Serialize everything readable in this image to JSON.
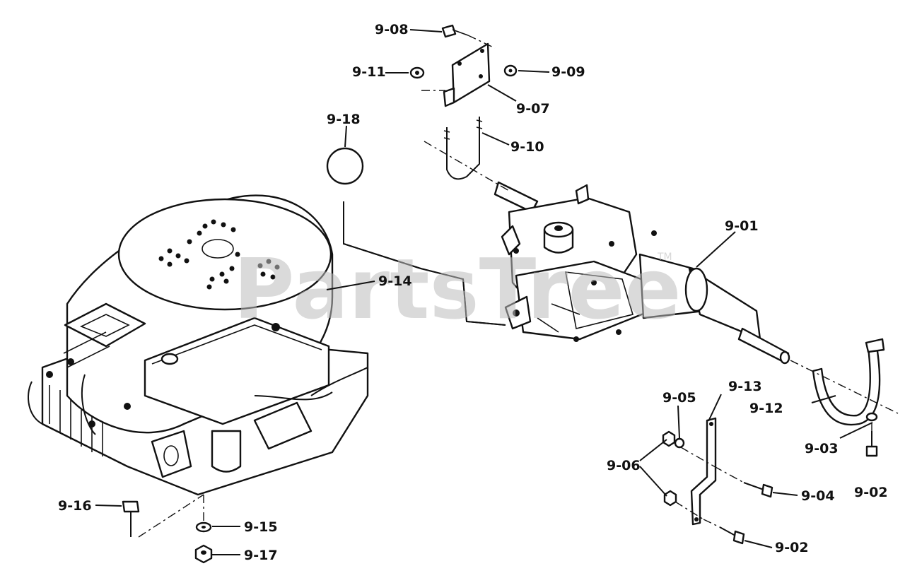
{
  "watermark": {
    "text": "PartsTree",
    "trademark": "TM"
  },
  "labels": {
    "p901": "9-01",
    "p902a": "9-02",
    "p902b": "9-02",
    "p903": "9-03",
    "p904": "9-04",
    "p905": "9-05",
    "p906": "9-06",
    "p907": "9-07",
    "p908": "9-08",
    "p909": "9-09",
    "p910": "9-10",
    "p911": "9-11",
    "p912": "9-12",
    "p913": "9-13",
    "p914": "9-14",
    "p915": "9-15",
    "p916": "9-16",
    "p917": "9-17",
    "p918": "9-18"
  }
}
